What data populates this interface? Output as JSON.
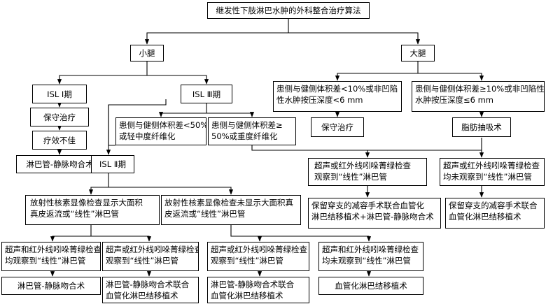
{
  "title": "继发性下肢淋巴水肿的外科整合治疗算法",
  "calf": {
    "label": "小腿",
    "isl1": "ISL Ⅰ期",
    "conservative": "保守治疗",
    "poor_effect": "疗效不佳",
    "lva": "淋巴管-静脉吻合术",
    "isl3": "ISL Ⅲ期",
    "diff_low": [
      "患侧与健侧体积差<50%",
      "或轻中度纤维化"
    ],
    "diff_high": [
      "患侧与健侧体积差≥",
      "50%或重度纤维化"
    ],
    "isl2": "ISL Ⅱ期",
    "scint_yes": [
      "放射性核素显像检查显示大面积",
      "真皮返流或“线性”淋巴管"
    ],
    "scint_no": [
      "放射性核素显像检查未显示大面积真",
      "皮返流或“线性”淋巴管"
    ],
    "a1": [
      "超声和红外线吲哚菁绿检查",
      "均观察到“线性”淋巴管"
    ],
    "a2": [
      "超声或红外线吲哚菁绿检查",
      "观察到“线性”淋巴管"
    ],
    "a3": [
      "超声或红外线吲哚菁绿检查",
      "观察到“线性”淋巴管"
    ],
    "a4": [
      "超声和红外线吲哚菁绿检查",
      "均未观察到“线性”淋巴管"
    ],
    "r1": "淋巴管-静脉吻合术",
    "r2": [
      "淋巴管-静脉吻合术联合",
      "血管化淋巴结移植术"
    ],
    "r3": [
      "淋巴管-静脉吻合术联合",
      "血管化淋巴结移植术"
    ],
    "r4": "血管化淋巴结移植术"
  },
  "thigh": {
    "label": "大腿",
    "diff_low": [
      "患侧与健侧体积差<10%或非凹陷",
      "性水肿按压深度<6 mm"
    ],
    "diff_high": [
      "患侧与健侧体积差≥10%或非凹陷性",
      "水肿按压深度≤6 mm"
    ],
    "conservative": "保守治疗",
    "liposuction": "脂肪抽吸术",
    "b1": [
      "超声或红外线吲哚菁绿检查",
      "观察到“线性”淋巴管"
    ],
    "b2": [
      "超声或红外线吲哚菁绿检查",
      "均未观察到“线性”淋巴管"
    ],
    "c1": [
      "保留穿支的减容手术联合血管化",
      "淋巴结移植术+淋巴管-静脉吻合术"
    ],
    "c2": [
      "保留穿支的减容手术联合",
      "血管化淋巴结移植术"
    ]
  }
}
